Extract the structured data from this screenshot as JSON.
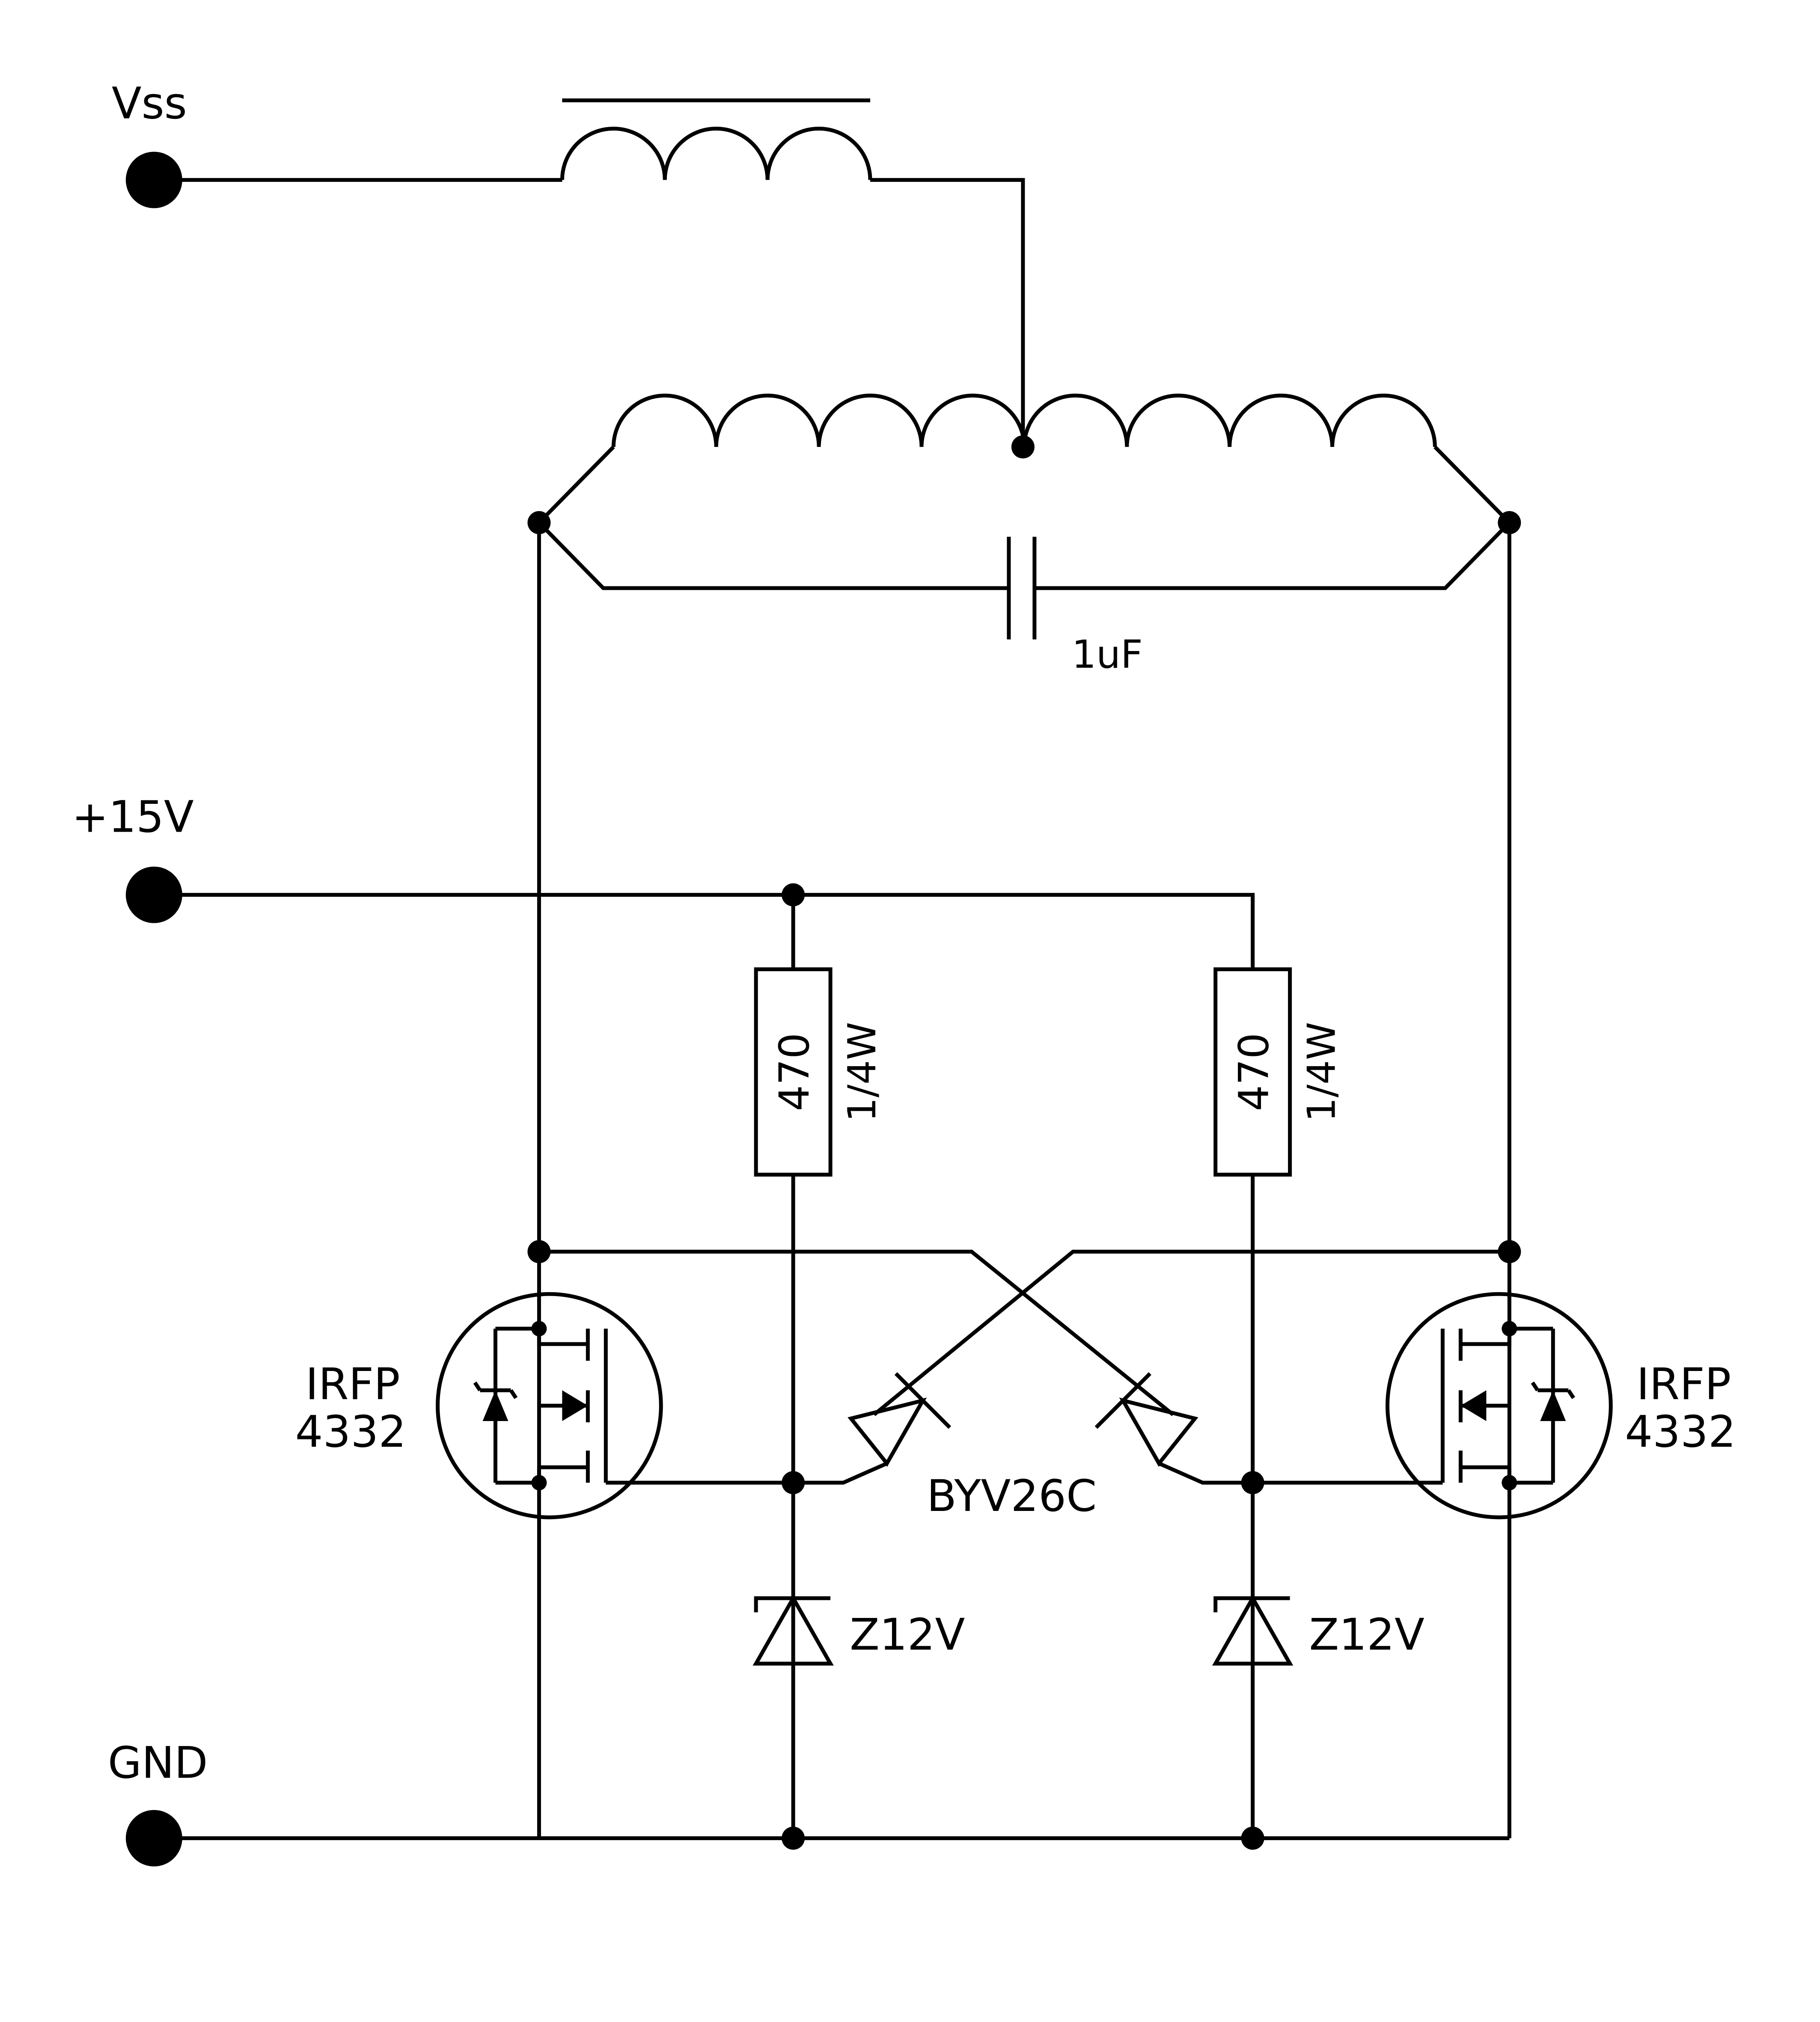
{
  "terminals": {
    "vss": "Vss",
    "plus15": "+15V",
    "gnd": "GND"
  },
  "capacitor": {
    "value": "1uF"
  },
  "resistors": [
    {
      "value": "470",
      "power": "1/4W"
    },
    {
      "value": "470",
      "power": "1/4W"
    }
  ],
  "mosfets": [
    {
      "line1": "IRFP",
      "line2": "4332"
    },
    {
      "line1": "IRFP",
      "line2": "4332"
    }
  ],
  "diodes": {
    "cross": "BYV26C"
  },
  "zeners": [
    {
      "value": "Z12V"
    },
    {
      "value": "Z12V"
    }
  ]
}
